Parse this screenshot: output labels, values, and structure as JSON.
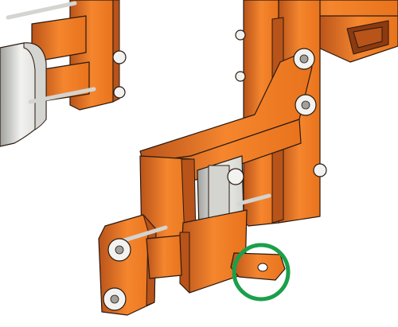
{
  "palette": {
    "steel_light": "#f5862e",
    "steel_mid": "#e8731c",
    "steel_dark": "#b8531a",
    "steel_shadow": "#8c3a10",
    "zinc_light": "#f2f2f0",
    "zinc_mid": "#d4d4d0",
    "zinc_dark": "#a0a09c",
    "outline": "#2a1a10",
    "highlight_circle": "#1aa04a",
    "background": "#ffffff"
  },
  "parts": {
    "left_assembly": "left-tine-holder",
    "main_post": "vertical-square-post",
    "top_tube": "horizontal-square-tube",
    "bracket": "angled-mounting-bracket",
    "clamp_plate": "bolt-clamp-plate",
    "tab": "perforated-tab"
  },
  "callout": {
    "target": "perforated-tab",
    "shape": "circle"
  }
}
